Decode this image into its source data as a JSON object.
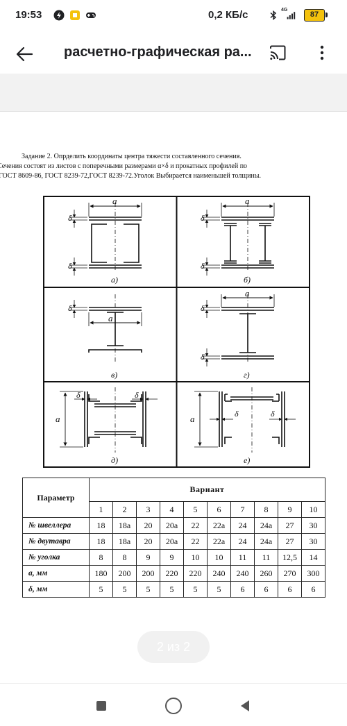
{
  "status_bar": {
    "time": "19:53",
    "network_speed": "0,2 КБ/с",
    "battery": "87",
    "signal_label": "4G"
  },
  "app_bar": {
    "title": "расчетно-графическая ра..."
  },
  "document": {
    "task_lines": [
      "Задание 2. Опрделить координаты центра тяжести составленного сечения.",
      "Сечения состоят из листов с поперечными размерами α×δ и прокатных профилей по",
      "ГОСТ 8609-86, ГОСТ 8239-72,ГОСТ 8239-72.Уголок Выбирается наименьшей толщины."
    ],
    "figure_labels": {
      "dim_a": "a",
      "dim_delta": "δ",
      "captions": [
        "а)",
        "б)",
        "в)",
        "г)",
        "д)",
        "е)"
      ]
    },
    "table": {
      "param_header": "Параметр",
      "variant_header": "Вариант",
      "variants": [
        "1",
        "2",
        "3",
        "4",
        "5",
        "6",
        "7",
        "8",
        "9",
        "10"
      ],
      "rows": [
        {
          "label": "№ швеллера",
          "values": [
            "18",
            "18а",
            "20",
            "20а",
            "22",
            "22а",
            "24",
            "24а",
            "27",
            "30"
          ]
        },
        {
          "label": "№ двутавра",
          "values": [
            "18",
            "18а",
            "20",
            "20а",
            "22",
            "22а",
            "24",
            "24а",
            "27",
            "30"
          ]
        },
        {
          "label": "№ уголка",
          "values": [
            "8",
            "8",
            "9",
            "9",
            "10",
            "10",
            "11",
            "11",
            "12,5",
            "14"
          ]
        },
        {
          "label": "а, мм",
          "values": [
            "180",
            "200",
            "200",
            "220",
            "220",
            "240",
            "240",
            "260",
            "270",
            "300"
          ]
        },
        {
          "label": "δ, мм",
          "values": [
            "5",
            "5",
            "5",
            "5",
            "5",
            "5",
            "6",
            "6",
            "6",
            "6"
          ]
        }
      ]
    }
  },
  "page_indicator": "2 из 2",
  "colors": {
    "battery": "#f4c20d",
    "background": "#ffffff",
    "strip": "#f2f2f2"
  },
  "icons": {
    "back": "arrow-left-icon",
    "cast": "cast-icon",
    "more": "more-vert-icon"
  }
}
